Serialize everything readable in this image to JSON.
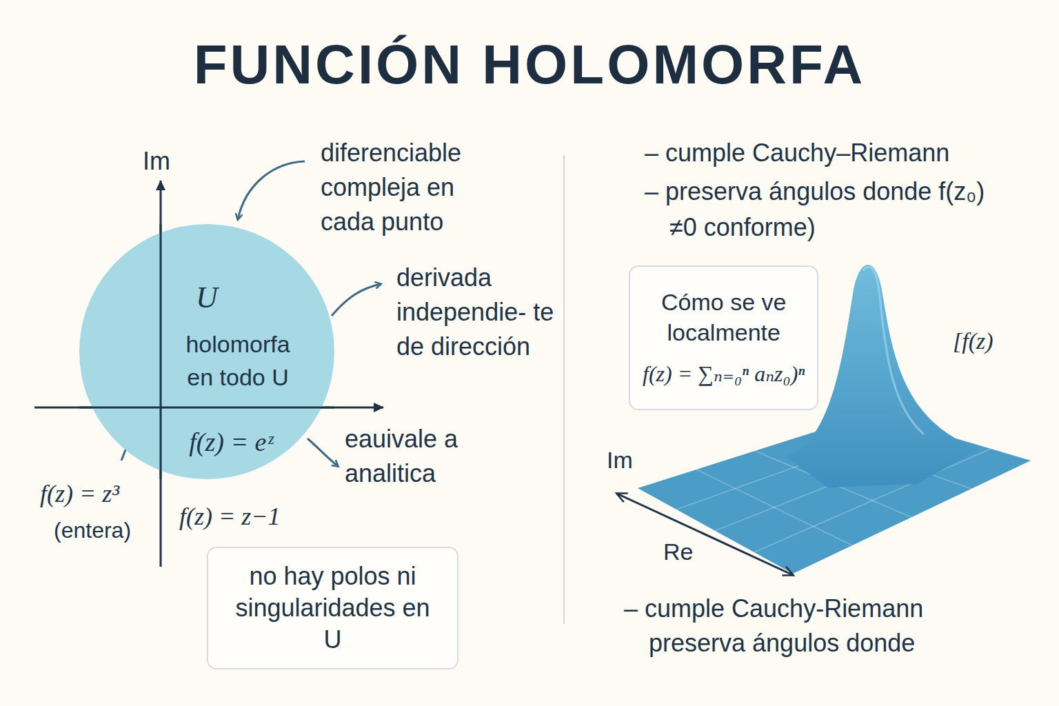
{
  "diagram": {
    "title": "FUNCIÓN HOLOMORFA",
    "nodes": [
      {
        "text": [
          "U",
          "holomorfa en todo U",
          "f(z) = eᶻ"
        ]
      },
      {
        "text": [
          "no hay polos ni singularidades en U"
        ]
      },
      {
        "text": [
          "Cómo se ve localmente",
          "f(z) = ∑ₙ₌₀ⁿ aₙz₀)ⁿ"
        ]
      }
    ],
    "labels": [
      "Im",
      "diferenciable compleja en cada punto",
      "derivada independie- te de dirección",
      "eauivale a analitica",
      "f(z) = z³",
      "(entera)",
      "f(z) = z−1",
      "– cumple Cauchy–Riemann",
      "– preserva ángulos donde f(z₀) ≠0 conforme)",
      "[f(z)",
      "Im",
      "Re",
      "– cumple Cauchy-Riemann preserva ángulos donde"
    ]
  }
}
